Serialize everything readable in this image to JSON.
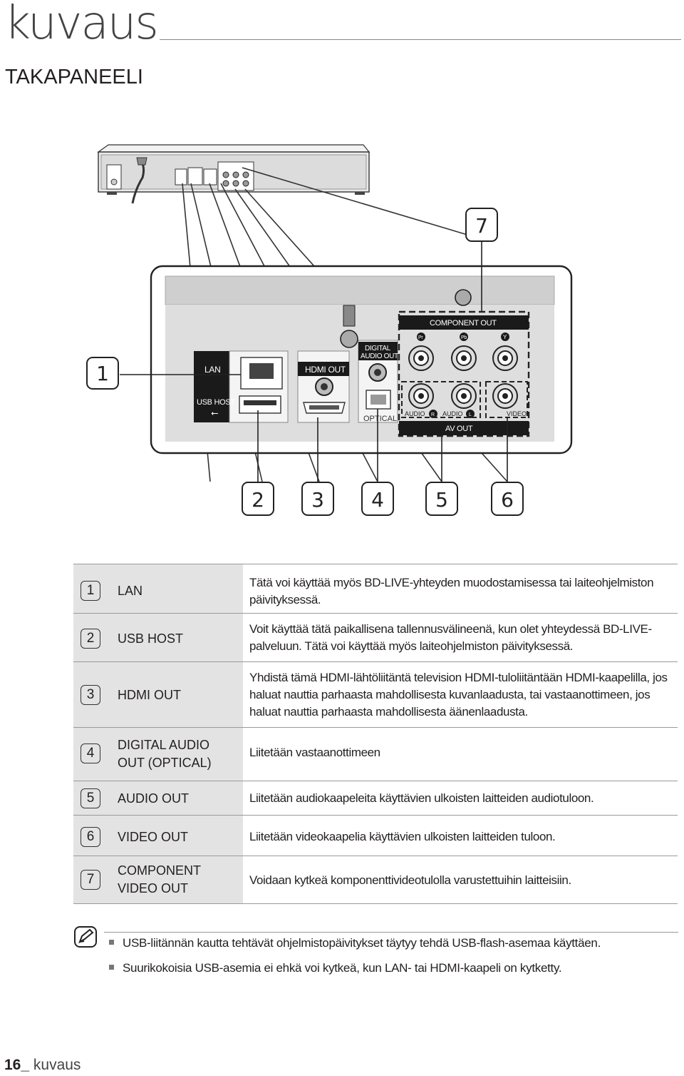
{
  "header": {
    "chapter_title": "kuvaus",
    "section_title": "TAKAPANEELI"
  },
  "diagram": {
    "callouts": [
      "1",
      "2",
      "3",
      "4",
      "5",
      "6",
      "7"
    ],
    "panel_labels": {
      "lan": "LAN",
      "usb_host": "USB HOST",
      "hdmi_out": "HDMI OUT",
      "digital_audio_out_line1": "DIGITAL",
      "digital_audio_out_line2": "AUDIO OUT",
      "optical": "OPTICAL",
      "component_out": "COMPONENT OUT",
      "pr": "Pr",
      "pb": "Pb",
      "y": "Y",
      "audio_r": "AUDIO",
      "r": "R",
      "audio_l": "AUDIO",
      "l": "L",
      "video": "VIDEO",
      "av_out": "AV OUT"
    }
  },
  "table": {
    "rows": [
      {
        "num": "1",
        "label": "LAN",
        "desc": "Tätä voi käyttää myös BD-LIVE-yhteyden muodostamisessa tai laiteohjelmiston päivityksessä."
      },
      {
        "num": "2",
        "label": "USB HOST",
        "desc": "Voit käyttää tätä paikallisena tallennusvälineenä, kun olet yhteydessä BD-LIVE-palveluun. Tätä voi käyttää myös laiteohjelmiston päivityksessä."
      },
      {
        "num": "3",
        "label": "HDMI OUT",
        "desc": "Yhdistä tämä HDMI-lähtöliitäntä television HDMI-tuloliitäntään HDMI-kaapelilla, jos haluat nauttia parhaasta mahdollisesta kuvanlaadusta, tai vastaanottimeen, jos haluat nauttia parhaasta mahdollisesta äänenlaadusta."
      },
      {
        "num": "4",
        "label": "DIGITAL AUDIO OUT (OPTICAL)",
        "desc": "Liitetään vastaanottimeen"
      },
      {
        "num": "5",
        "label": "AUDIO OUT",
        "desc": "Liitetään audiokaapeleita käyttävien ulkoisten laitteiden audiotuloon."
      },
      {
        "num": "6",
        "label": "VIDEO OUT",
        "desc": "Liitetään videokaapelia käyttävien ulkoisten laitteiden tuloon."
      },
      {
        "num": "7",
        "label": "COMPONENT VIDEO OUT",
        "desc": "Voidaan kytkeä komponenttivideotulolla varustettuihin laitteisiin."
      }
    ]
  },
  "notes": [
    "USB-liitännän kautta tehtävät ohjelmistopäivitykset täytyy tehdä USB-flash-asemaa käyttäen.",
    "Suurikokoisia USB-asemia ei ehkä voi kytkeä, kun LAN- tai HDMI-kaapeli on kytketty."
  ],
  "footer": {
    "page_number": "16_",
    "section": "kuvaus"
  }
}
